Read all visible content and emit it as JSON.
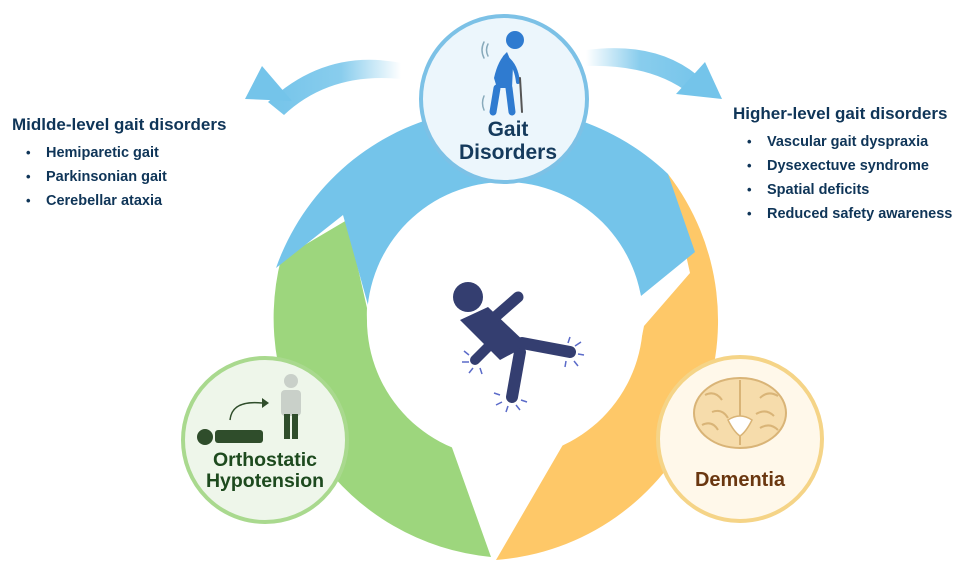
{
  "colors": {
    "blue": "#74c4ea",
    "yellow": "#fec868",
    "green": "#9dd67d",
    "node_blue_border": "#7cc1e6",
    "node_green_border": "#a9d98e",
    "node_yellow_border": "#f5d487",
    "text_dark": "#0f3558",
    "figure_navy": "#343e70",
    "dementia_text": "#6a3710",
    "ortho_text": "#1d4a1e"
  },
  "nodes": {
    "gait": {
      "line1": "Gait",
      "line2": "Disorders",
      "icon": "elderly-person-icon"
    },
    "orthostatic": {
      "line1": "Orthostatic",
      "line2": "Hypotension",
      "icon": "lying-to-standing-icon"
    },
    "dementia": {
      "label": "Dementia",
      "icon": "brain-icon"
    }
  },
  "center": {
    "icon": "falling-person-icon"
  },
  "left_list": {
    "title": "Midlde-level gait disorders",
    "items": [
      "Hemiparetic gait",
      "Parkinsonian gait",
      "Cerebellar ataxia"
    ]
  },
  "right_list": {
    "title": "Higher-level gait disorders",
    "items": [
      "Vascular gait dyspraxia",
      "Dysexectuve syndrome",
      "Spatial deficits",
      "Reduced safety awareness"
    ]
  }
}
